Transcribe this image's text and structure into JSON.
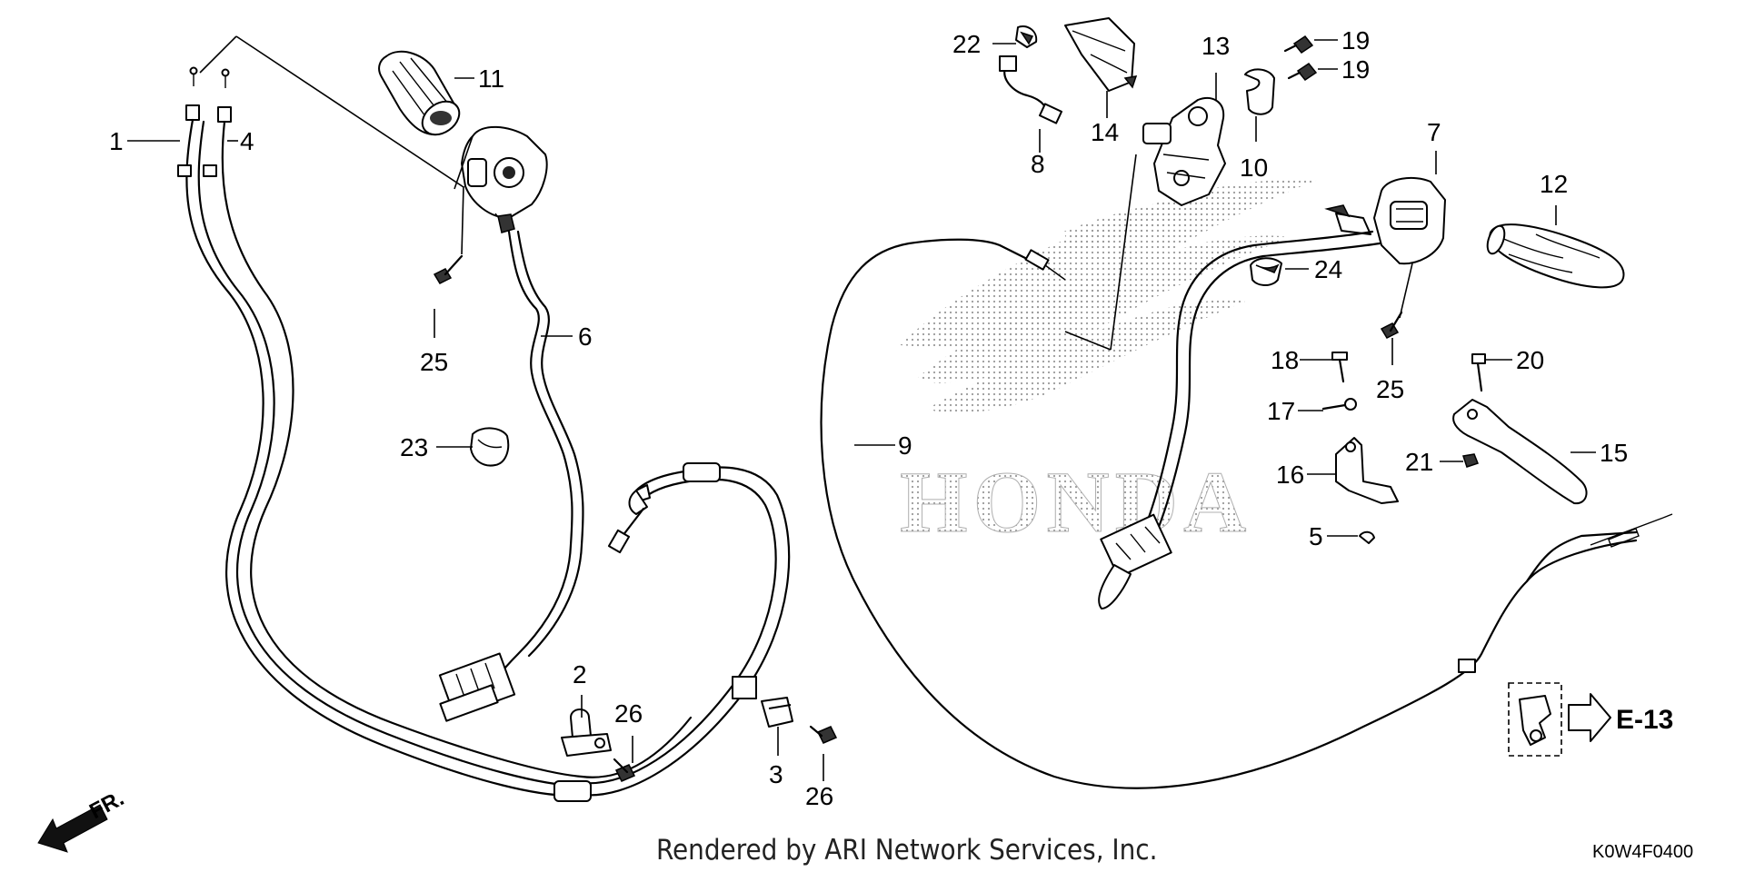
{
  "callouts": {
    "c1": "1",
    "c2": "2",
    "c3": "3",
    "c4": "4",
    "c5": "5",
    "c6": "6",
    "c7": "7",
    "c8": "8",
    "c9": "9",
    "c10": "10",
    "c11": "11",
    "c12": "12",
    "c13": "13",
    "c14": "14",
    "c15": "15",
    "c16": "16",
    "c17": "17",
    "c18": "18",
    "c19a": "19",
    "c19b": "19",
    "c20": "20",
    "c21": "21",
    "c22": "22",
    "c23": "23",
    "c24": "24",
    "c25a": "25",
    "c25b": "25",
    "c26a": "26",
    "c26b": "26"
  },
  "reference": "E-13",
  "front_marker": "FR.",
  "watermark": "HONDA",
  "footer": "Rendered by ARI Network Services, Inc.",
  "diagram_code": "K0W4F0400"
}
